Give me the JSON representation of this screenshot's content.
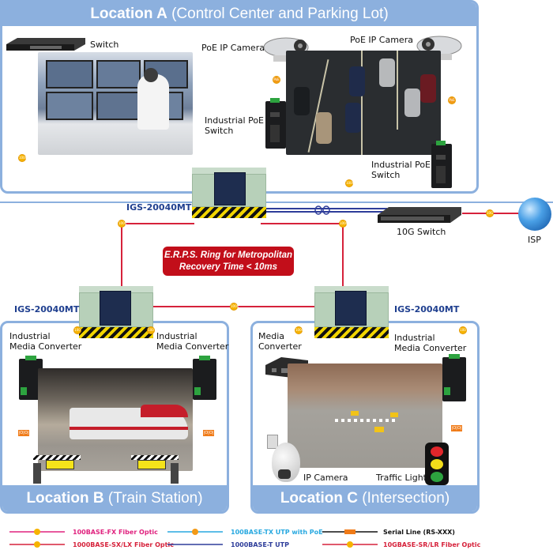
{
  "locations": {
    "a": {
      "name": "Location A",
      "subtitle": "(Control Center and Parking Lot)"
    },
    "b": {
      "name": "Location B",
      "subtitle": "(Train Station)"
    },
    "c": {
      "name": "Location C",
      "subtitle": "(Intersection)"
    }
  },
  "devices": {
    "switch_a": "Switch",
    "poe_cam_1": "PoE IP Camera",
    "poe_cam_2": "PoE IP Camera",
    "poe_switch_1": [
      "Industrial PoE",
      "Switch"
    ],
    "poe_switch_2": [
      "Industrial PoE",
      "Switch"
    ],
    "core_model": "IGS-20040MT",
    "b_model": "IGS-20040MT",
    "c_model": "IGS-20040MT",
    "switch_10g": "10G Switch",
    "isp": "ISP",
    "b_mc_left": [
      "Industrial",
      "Media Converter"
    ],
    "b_mc_right": [
      "Industrial",
      "Media Converter"
    ],
    "c_mc_left": [
      "Media",
      "Converter"
    ],
    "c_mc_right": [
      "Industrial",
      "Media Converter"
    ],
    "ip_camera": "IP Camera",
    "traffic_light": "Traffic Light"
  },
  "erps": {
    "line1": "E.R.P.S. Ring for Metropolitan",
    "line2": "Recovery Time < 10ms"
  },
  "badges": {
    "b100": "100",
    "b1000": "1000",
    "poe": "PoE",
    "b10g": "10G",
    "serial": "|O|O|"
  },
  "legend": [
    {
      "label": "100BASE-FX Fiber Optic",
      "color": "#e0237f",
      "badge": "100"
    },
    {
      "label": "100BASE-TX UTP with PoE",
      "color": "#29a9e0",
      "badge": "PoE"
    },
    {
      "label": "Serial Line (RS-XXX)",
      "color": "#111111",
      "badge": "|O|O|"
    },
    {
      "label": "1000BASE-SX/LX Fiber Optic",
      "color": "#d6223b",
      "badge": "1000"
    },
    {
      "label": "1000BASE-T UTP",
      "color": "#2e3d9a",
      "badge": ""
    },
    {
      "label": "10GBASE-SR/LR Fiber Optic",
      "color": "#d6223b",
      "badge": "10G"
    }
  ],
  "colors": {
    "box_border": "#8cb0de",
    "fiber_1000": "#d6223b",
    "fiber_100": "#e0237f",
    "utp_poe": "#29a9e0",
    "utp_1000": "#2e3d9a",
    "erps_bg": "#c20e1a",
    "badge": "#f6b300"
  }
}
